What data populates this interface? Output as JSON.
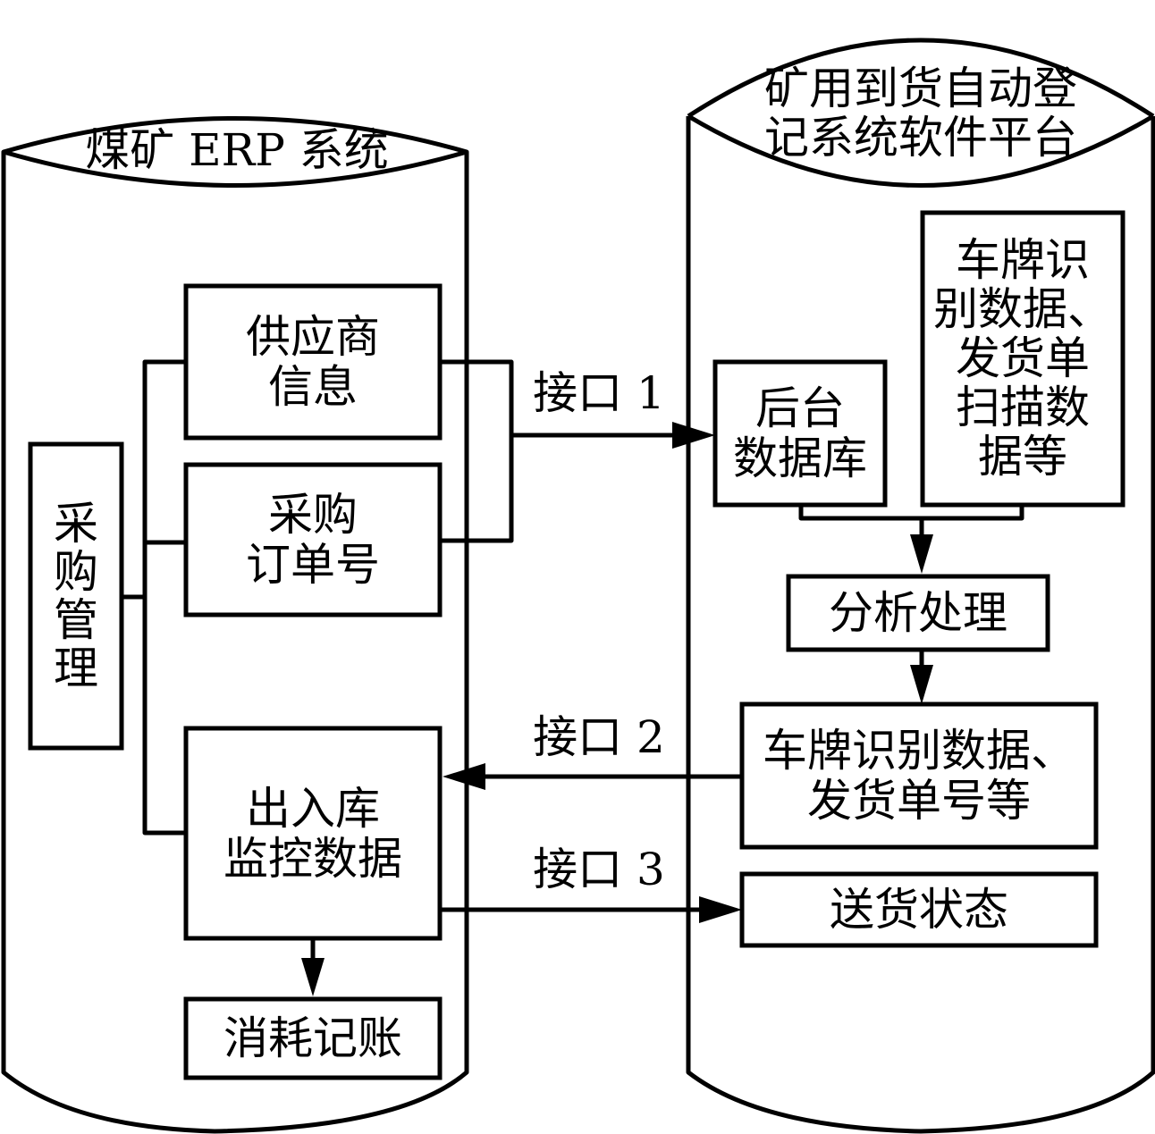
{
  "left_system": {
    "title": "煤矿 ERP 系统",
    "procurement_management": "采\n购\n管\n理",
    "supplier_info": "供应商\n信息",
    "purchase_order_no": "采购\n订单号",
    "inout_monitoring_data": "出入库\n监控数据",
    "consumption_accounting": "消耗记账"
  },
  "right_system": {
    "title": "矿用到货自动登\n记系统软件平台",
    "backend_database": "后台\n数据库",
    "plate_scan_data": "车牌识\n别数据、\n发货单\n扫描数\n据等",
    "analysis_processing": "分析处理",
    "plate_delivery_no": "车牌识别数据、\n发货单号等",
    "delivery_status": "送货状态"
  },
  "interfaces": {
    "interface_1": "接口 1",
    "interface_2": "接口 2",
    "interface_3": "接口 3"
  },
  "colors": {
    "stroke": "#000000",
    "background": "#ffffff"
  }
}
